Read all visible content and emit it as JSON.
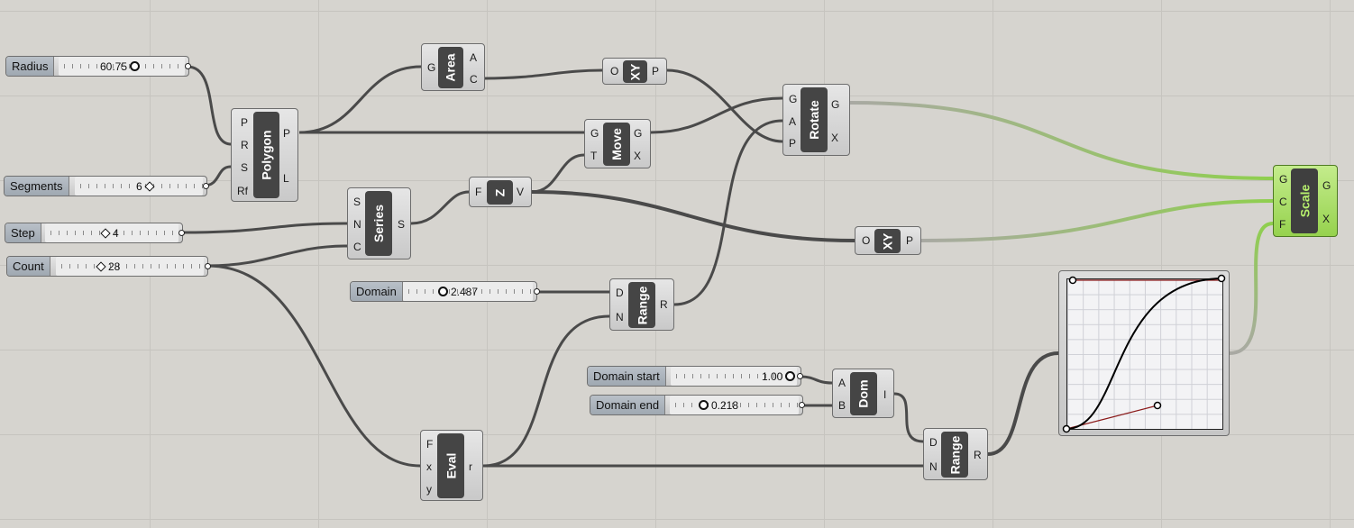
{
  "sliders": {
    "radius": {
      "label": "Radius",
      "value": "60.75"
    },
    "segments": {
      "label": "Segments",
      "value": "6"
    },
    "step": {
      "label": "Step",
      "value": "4"
    },
    "count": {
      "label": "Count",
      "value": "28"
    },
    "domain": {
      "label": "Domain",
      "value": "2.487"
    },
    "domain_start": {
      "label": "Domain start",
      "value": "1.00"
    },
    "domain_end": {
      "label": "Domain end",
      "value": "0.218"
    }
  },
  "components": {
    "polygon": {
      "name": "Polygon",
      "inputs": [
        "P",
        "R",
        "S",
        "Rf"
      ],
      "outputs": [
        "P",
        "L"
      ]
    },
    "area": {
      "name": "Area",
      "inputs": [
        "G"
      ],
      "outputs": [
        "A",
        "C"
      ]
    },
    "xy1": {
      "name": "XY",
      "inputs": [
        "O"
      ],
      "outputs": [
        "P"
      ]
    },
    "move": {
      "name": "Move",
      "inputs": [
        "G",
        "T"
      ],
      "outputs": [
        "G",
        "X"
      ]
    },
    "rotate": {
      "name": "Rotate",
      "inputs": [
        "G",
        "A",
        "P"
      ],
      "outputs": [
        "G",
        "X"
      ]
    },
    "series": {
      "name": "Series",
      "inputs": [
        "S",
        "N",
        "C"
      ],
      "outputs": [
        "S"
      ]
    },
    "z": {
      "name": "Z",
      "inputs": [
        "F"
      ],
      "outputs": [
        "V"
      ]
    },
    "xy2": {
      "name": "XY",
      "inputs": [
        "O"
      ],
      "outputs": [
        "P"
      ]
    },
    "range1": {
      "name": "Range",
      "inputs": [
        "D",
        "N"
      ],
      "outputs": [
        "R"
      ]
    },
    "dom": {
      "name": "Dom",
      "inputs": [
        "A",
        "B"
      ],
      "outputs": [
        "I"
      ]
    },
    "range2": {
      "name": "Range",
      "inputs": [
        "D",
        "N"
      ],
      "outputs": [
        "R"
      ]
    },
    "eval": {
      "name": "Eval",
      "inputs": [
        "F",
        "x",
        "y"
      ],
      "outputs": [
        "r"
      ]
    },
    "scale": {
      "name": "Scale",
      "inputs": [
        "G",
        "C",
        "F"
      ],
      "outputs": [
        "G",
        "X"
      ]
    }
  },
  "colors": {
    "canvas": "#d6d4cf",
    "wire": "#4a4a4a",
    "selected": "#9ad258",
    "graph_curve": "#000000",
    "graph_guide": "#8b1a1a"
  }
}
